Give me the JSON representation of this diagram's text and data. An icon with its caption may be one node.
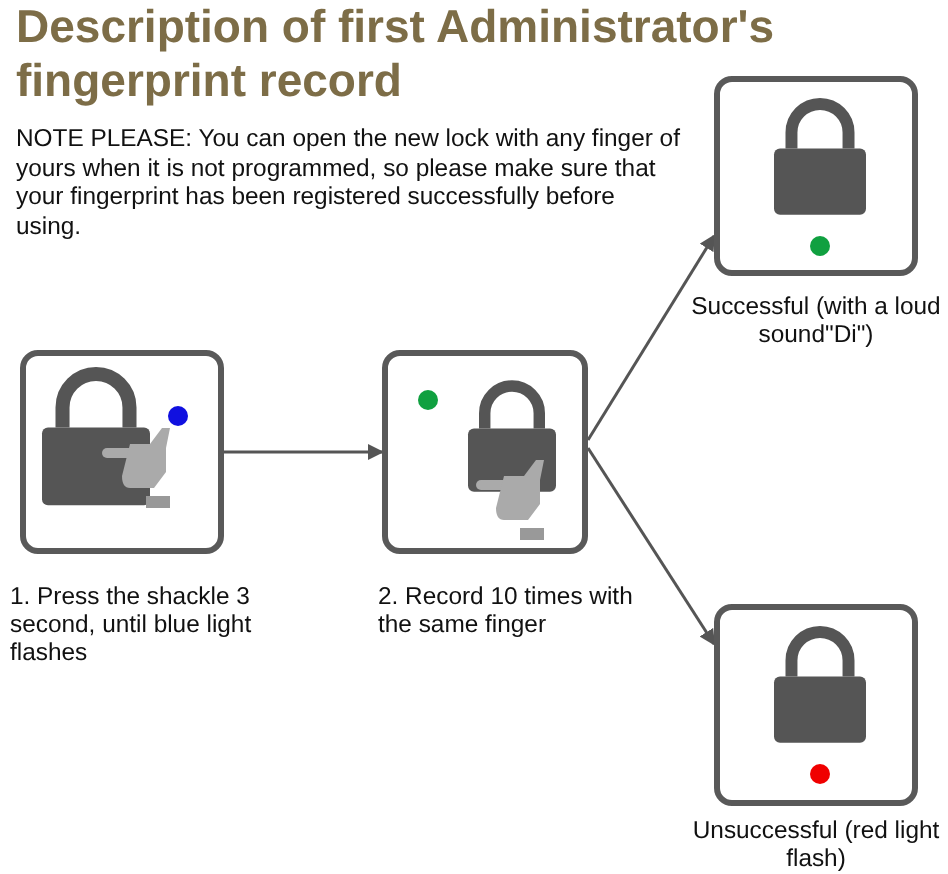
{
  "diagram": {
    "title": "Description of first Administrator's fingerprint record",
    "nodes": [
      {
        "text": [],
        "shape": "box",
        "beside": [
          "1. Press the shackle 3 second, until blue light flashes"
        ]
      },
      {
        "text": [],
        "shape": "box",
        "beside": [
          "2. Record 10 times with the same finger"
        ]
      },
      {
        "text": [],
        "shape": "box",
        "beside": [
          "Successful (with a loud sound\"Di\")"
        ]
      },
      {
        "text": [],
        "shape": "box",
        "beside": [
          "Unsuccessful (red light flash)"
        ]
      }
    ],
    "edges": [
      {
        "from": 0,
        "to": 1,
        "arrow": "to"
      },
      {
        "from": 1,
        "to": 2,
        "arrow": "to"
      },
      {
        "from": 1,
        "to": 3,
        "arrow": "to"
      }
    ],
    "labels": [
      "NOTE PLEASE: You can open the new lock with any finger of yours when it is not programmed, so please make sure that your fingerprint has been registered successfully before using."
    ]
  }
}
